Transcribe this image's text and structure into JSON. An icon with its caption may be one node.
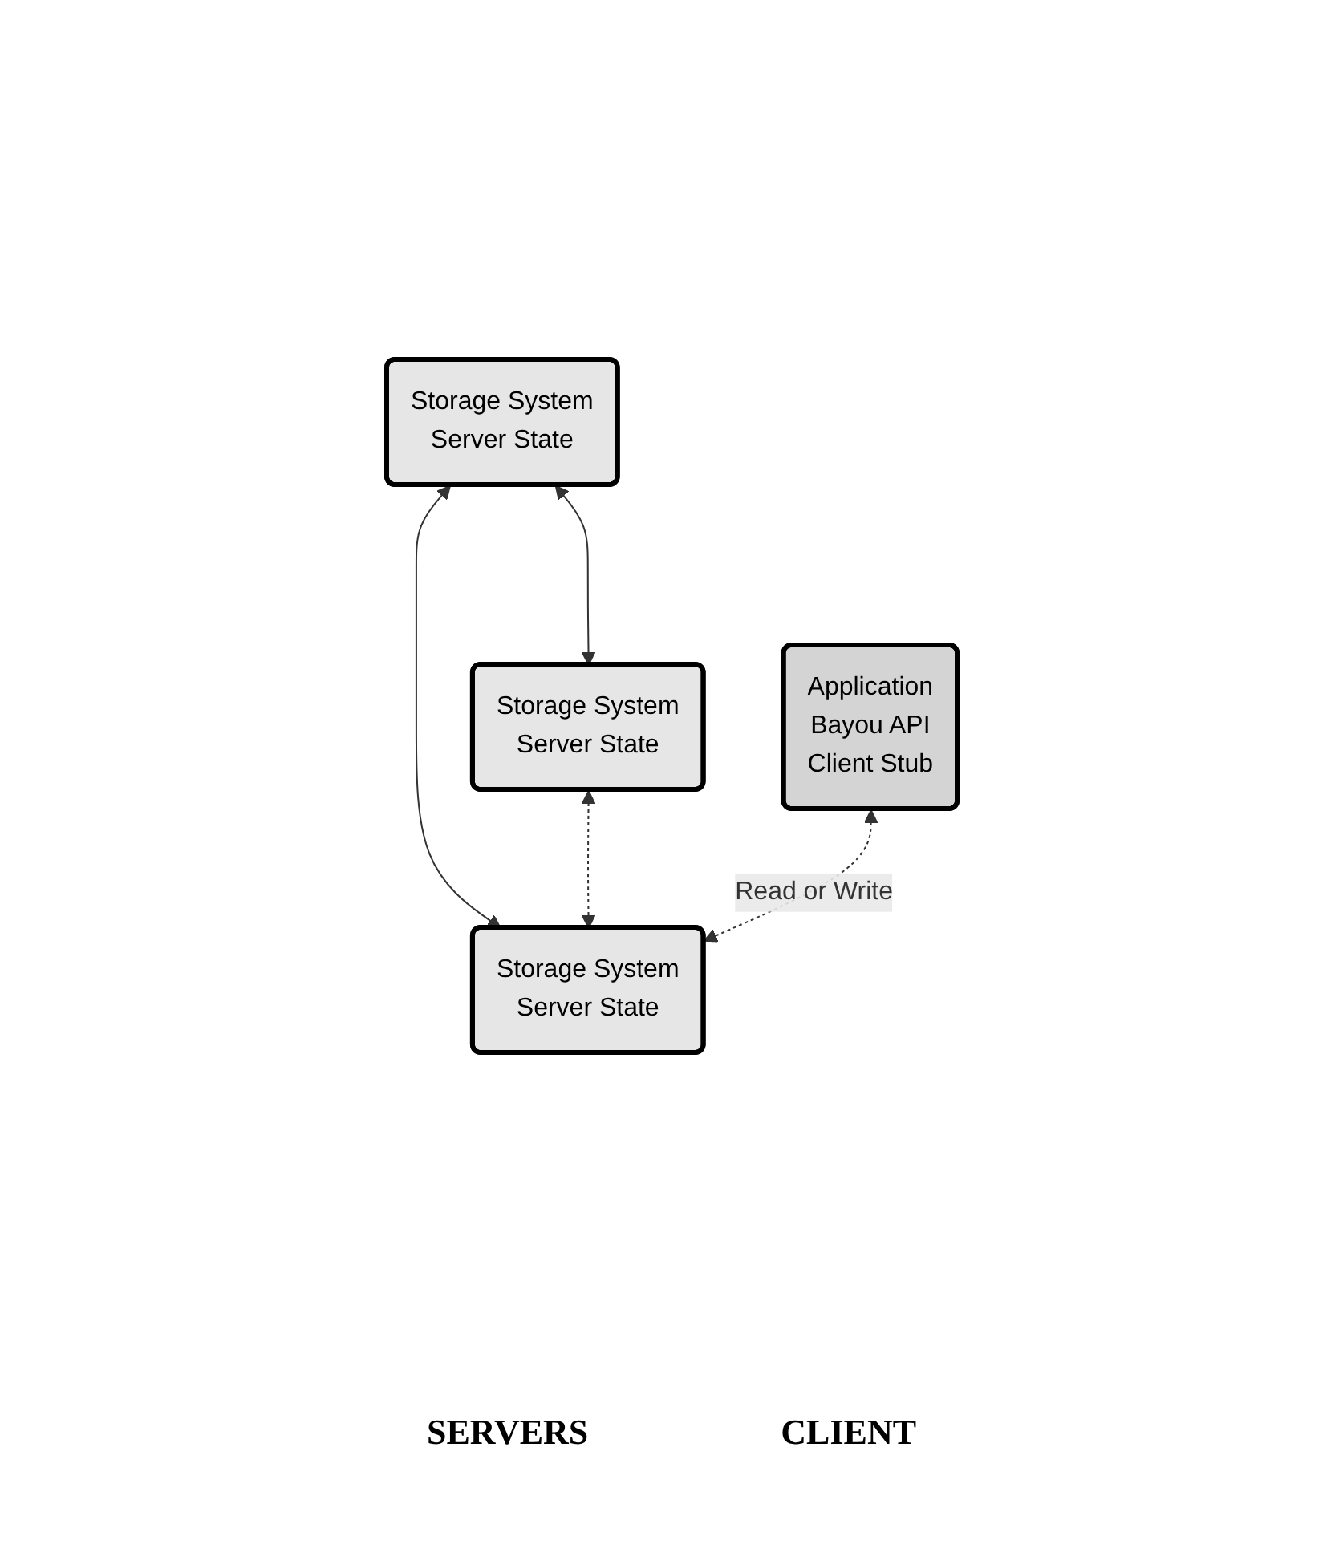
{
  "diagram": {
    "nodes": [
      {
        "text": [
          "Storage System",
          "Server State"
        ]
      },
      {
        "text": [
          "Storage System",
          "Server State"
        ]
      },
      {
        "text": [
          "Storage System",
          "Server State"
        ]
      },
      {
        "text": [
          "Application",
          "Bayou API",
          "Client Stub"
        ]
      }
    ],
    "edges": [
      {
        "from": 0,
        "to": 1,
        "arrow": "both"
      },
      {
        "from": 0,
        "to": 2,
        "arrow": "both"
      },
      {
        "from": 1,
        "to": 2,
        "arrow": "both",
        "style": "dashed"
      },
      {
        "from": 3,
        "to": 2,
        "arrow": "both",
        "style": "dashed",
        "label": "Read or Write"
      }
    ],
    "labels": [
      "SERVERS",
      "CLIENT"
    ]
  }
}
